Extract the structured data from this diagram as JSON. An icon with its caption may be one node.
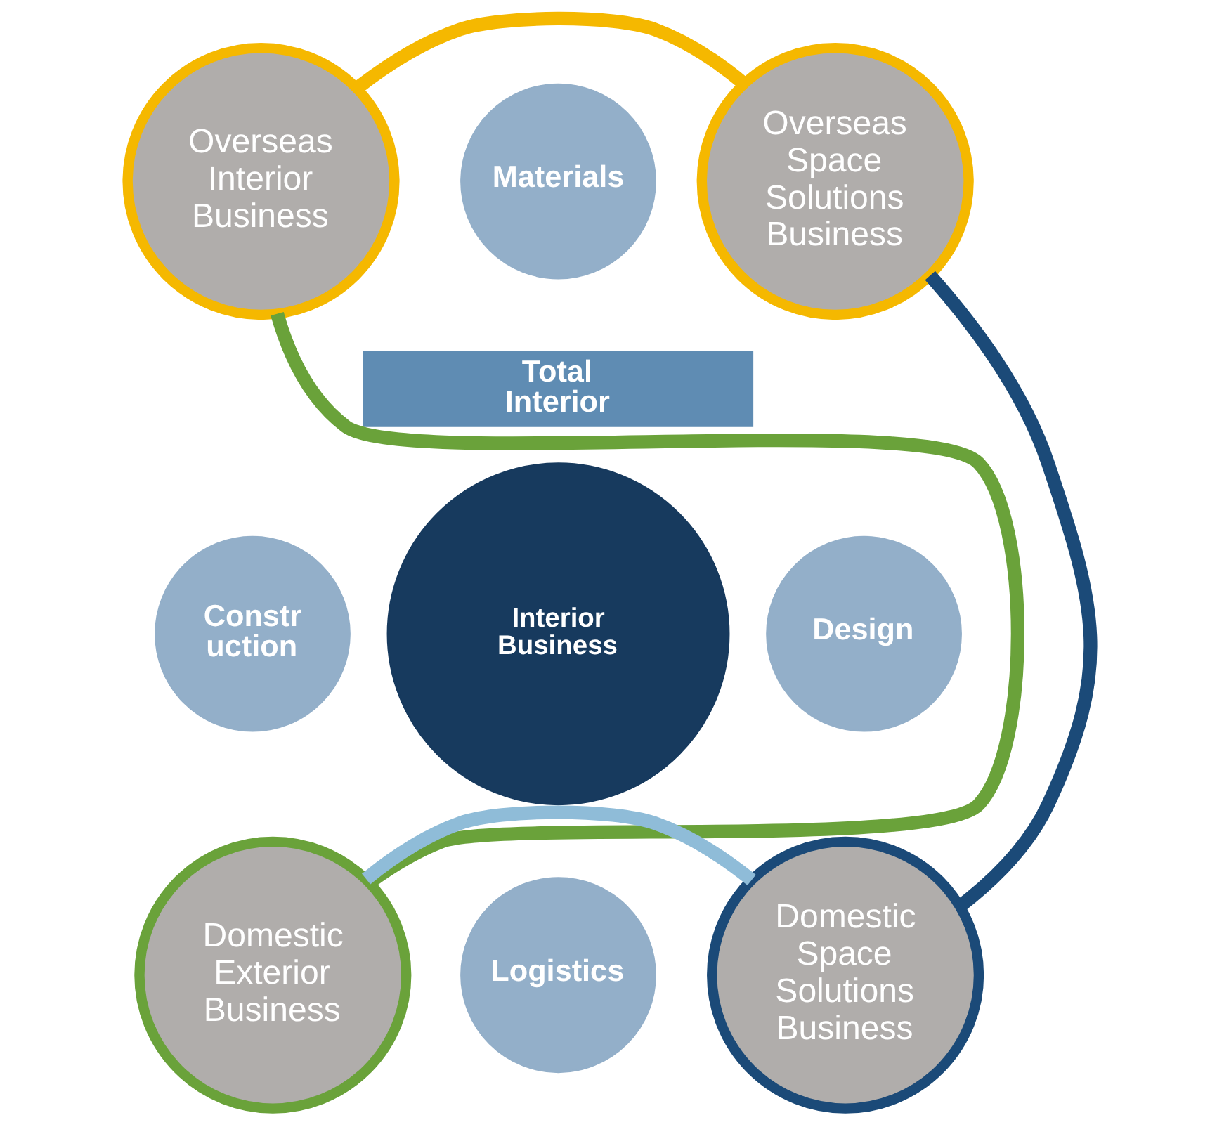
{
  "diagram": {
    "nodes": [
      {
        "text": [
          "Overseas Interior Business"
        ]
      },
      {
        "text": [
          "Materials"
        ]
      },
      {
        "text": [
          "Overseas Space Solutions Business"
        ]
      },
      {
        "text": [
          "Total Interior"
        ]
      },
      {
        "text": [
          "Constr uction"
        ]
      },
      {
        "text": [
          "Interior Business"
        ]
      },
      {
        "text": [
          "Design"
        ]
      },
      {
        "text": [
          "Domestic Exterior Business"
        ]
      },
      {
        "text": [
          "Logistics"
        ]
      },
      {
        "text": [
          "Domestic Space Solutions Business"
        ]
      }
    ],
    "edges": [
      {
        "from": 0,
        "to": 2,
        "arrow": "none",
        "color": "#f5b800"
      },
      {
        "from": 2,
        "to": 9,
        "arrow": "none",
        "color": "#1b4a78"
      },
      {
        "from": 9,
        "to": 7,
        "arrow": "none",
        "color": "#8fbcd8"
      },
      {
        "from": 7,
        "to": 0,
        "arrow": "none",
        "color": "#6aa23a"
      }
    ]
  }
}
